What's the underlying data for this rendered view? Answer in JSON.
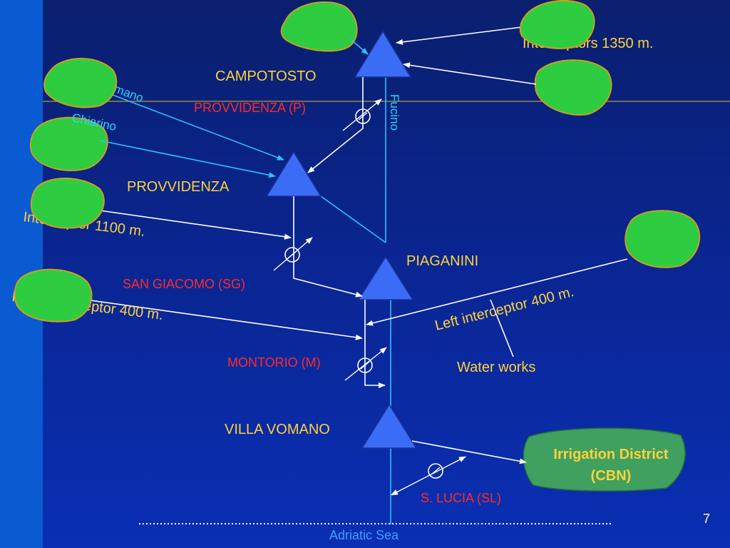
{
  "reservoirs": {
    "campotosto": "CAMPOTOSTO",
    "provvidenza": "PROVVIDENZA",
    "piaganini": "PIAGANINI",
    "villa_vomano": "VILLA VOMANO"
  },
  "plants": {
    "provvidenza_p": "PROVVIDENZA (P)",
    "san_giacomo": "SAN GIACOMO (SG)",
    "montorio": "MONTORIO (M)",
    "s_lucia": "S. LUCIA (SL)"
  },
  "rivers": {
    "fucino": "Fucino",
    "vomano": "Vomano",
    "chiarino": "Chiarino",
    "adriatic_sea": "Adriatic Sea"
  },
  "interceptors": {
    "top_right": "Interceptors 1350 m.",
    "middle_left": "Interceptor 1100 m.",
    "lower_left": "Right interceptor 400 m.",
    "lower_right": "Left interceptor 400 m."
  },
  "other": {
    "water_works": "Water works",
    "irrigation_line1": "Irrigation District",
    "irrigation_line2": "(CBN)",
    "page_number": "7"
  },
  "colors": {
    "background": "#0a2590",
    "reservoir": "#3b6cf5",
    "catchment": "#2ecc40",
    "irrigation": "#3fa060",
    "label_yellow": "#ffd23a",
    "label_red": "#ff2a2a",
    "label_cyan": "#2fd0ff"
  }
}
